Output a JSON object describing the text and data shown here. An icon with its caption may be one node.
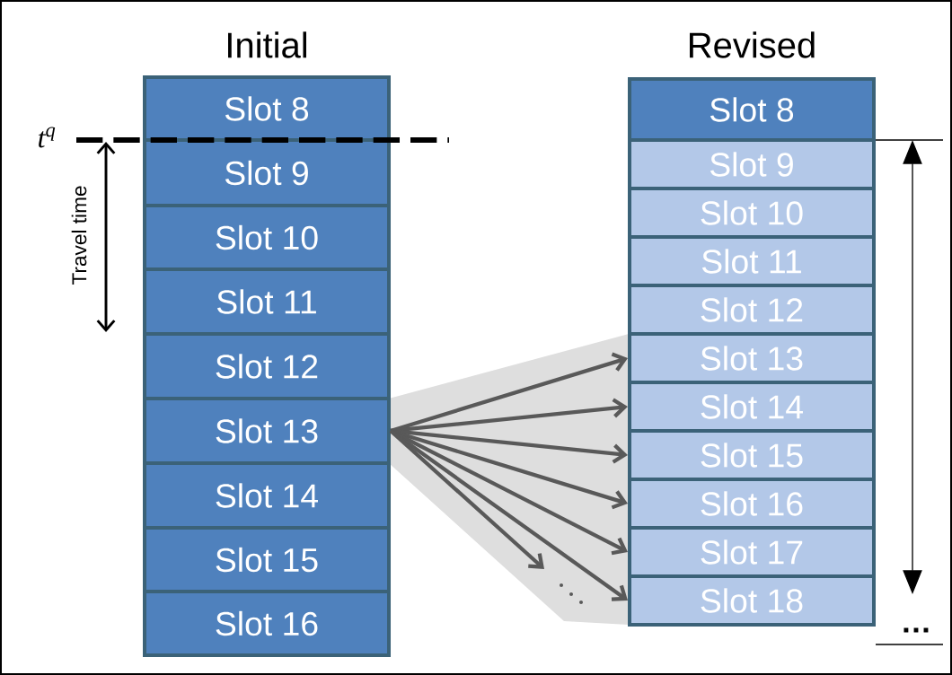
{
  "diagram": {
    "nodes": [
      {
        "text": [
          "Slot 8"
        ]
      },
      {
        "text": [
          "Slot 9"
        ]
      },
      {
        "text": [
          "Slot 10"
        ]
      },
      {
        "text": [
          "Slot 11"
        ]
      },
      {
        "text": [
          "Slot 12"
        ]
      },
      {
        "text": [
          "Slot 13"
        ]
      },
      {
        "text": [
          "Slot 14"
        ]
      },
      {
        "text": [
          "Slot 15"
        ]
      },
      {
        "text": [
          "Slot 16"
        ]
      },
      {
        "text": [
          "Slot 8"
        ]
      },
      {
        "text": [
          "Slot 9"
        ]
      },
      {
        "text": [
          "Slot 10"
        ]
      },
      {
        "text": [
          "Slot 11"
        ]
      },
      {
        "text": [
          "Slot 12"
        ]
      },
      {
        "text": [
          "Slot 13"
        ]
      },
      {
        "text": [
          "Slot 14"
        ]
      },
      {
        "text": [
          "Slot 15"
        ]
      },
      {
        "text": [
          "Slot 16"
        ]
      },
      {
        "text": [
          "Slot 17"
        ]
      },
      {
        "text": [
          "Slot 18"
        ]
      }
    ],
    "edges": [
      {
        "from": 5,
        "to": 14,
        "arrow": "to"
      },
      {
        "from": 5,
        "to": 15,
        "arrow": "to"
      },
      {
        "from": 5,
        "to": 16,
        "arrow": "to"
      },
      {
        "from": 5,
        "to": 17,
        "arrow": "to"
      },
      {
        "from": 5,
        "to": 18,
        "arrow": "to"
      },
      {
        "from": 5,
        "to": 19,
        "arrow": "to"
      },
      {
        "from": 5,
        "to": null,
        "arrow": "to"
      }
    ],
    "labels": [
      "Initial",
      "Revised",
      "t$^{q}$",
      "Travel time",
      "…"
    ]
  }
}
